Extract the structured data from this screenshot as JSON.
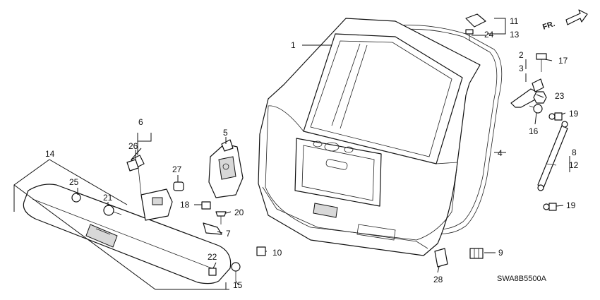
{
  "diagram": {
    "orientation_label": "FR.",
    "diagram_code": "SWA8B5500A",
    "callouts": [
      "1",
      "2",
      "3",
      "4",
      "5",
      "6",
      "7",
      "8",
      "9",
      "10",
      "11",
      "12",
      "13",
      "14",
      "15",
      "16",
      "17",
      "18",
      "19",
      "19",
      "20",
      "21",
      "22",
      "23",
      "24",
      "25",
      "26",
      "27",
      "28"
    ]
  }
}
